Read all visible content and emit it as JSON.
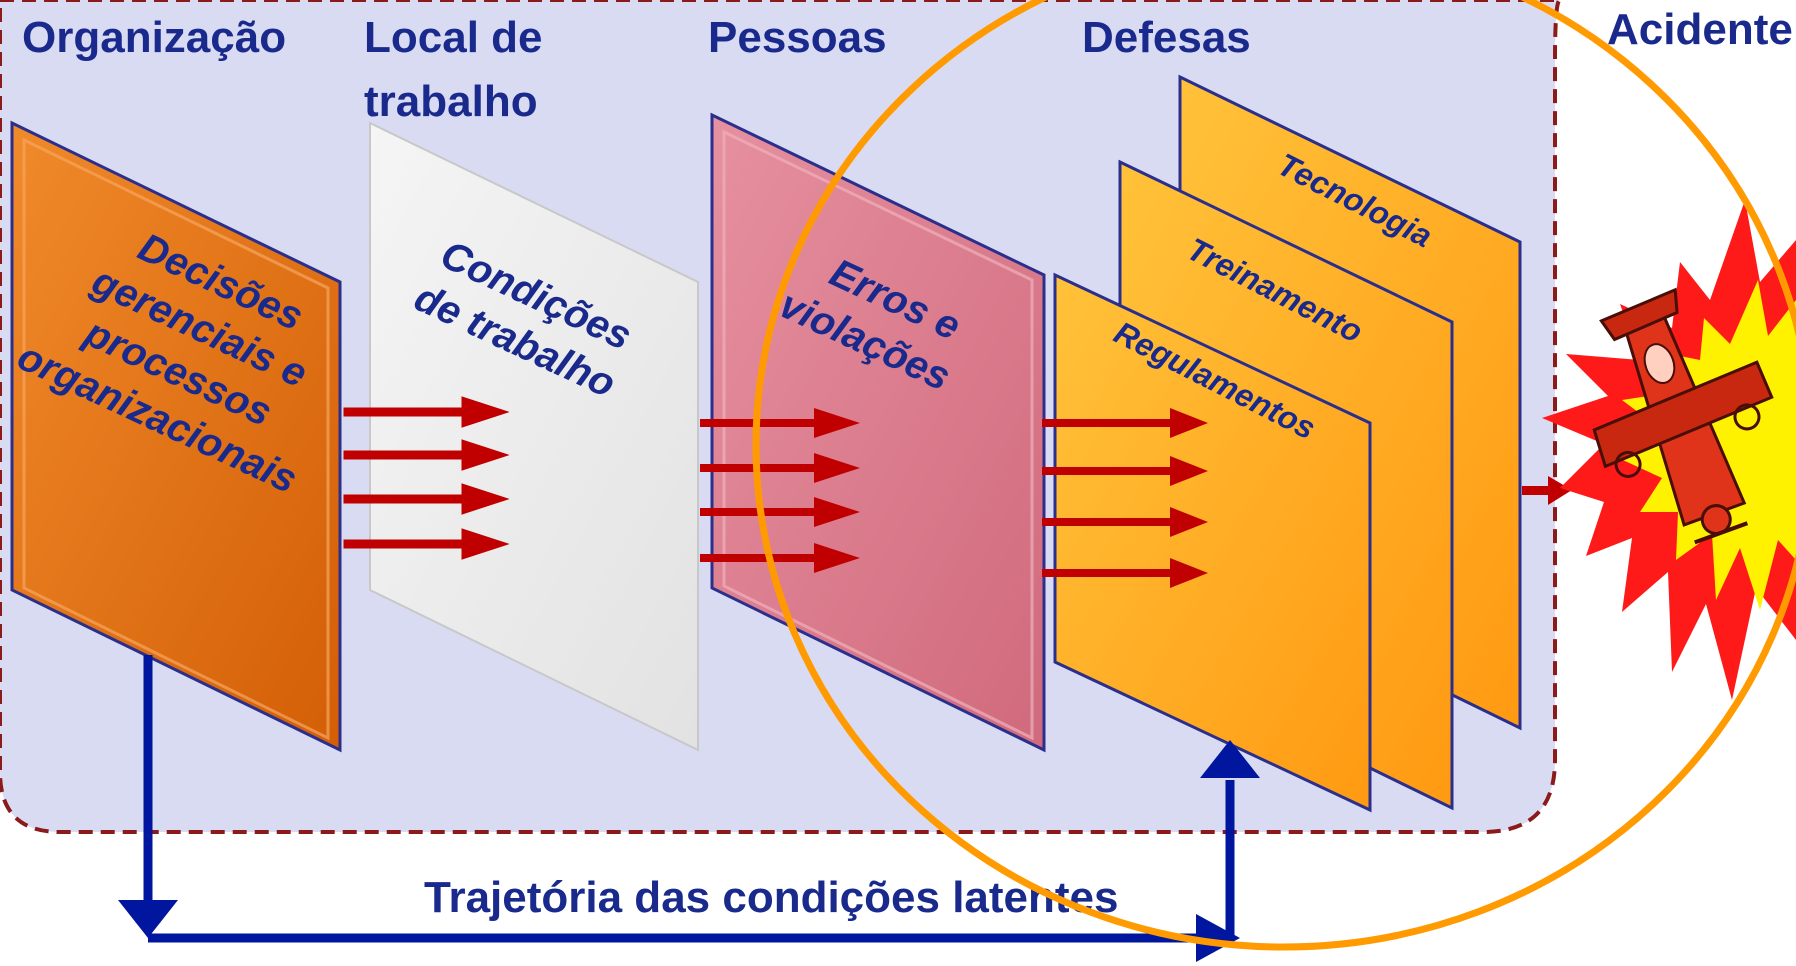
{
  "headers": {
    "organizacao": "Organização",
    "local_line1": "Local de",
    "local_line2": "trabalho",
    "pessoas": "Pessoas",
    "defesas": "Defesas",
    "acidente": "Acidente"
  },
  "panels": {
    "decisoes": [
      "Decisões",
      "gerenciais e",
      "processos",
      "organizacionais"
    ],
    "condicoes": [
      "Condições",
      "de trabalho"
    ],
    "erros": [
      "Erros e",
      "violações"
    ],
    "tecnologia": "Tecnologia",
    "treinamento": "Treinamento",
    "regulamentos": "Regulamentos"
  },
  "bottom_label": "Trajetória das condições latentes",
  "colors": {
    "background_region": "#d9dbf3",
    "region_border": "#8b1a1a",
    "org_panel": "#e06a10",
    "work_panel": "#ededed",
    "people_panel": "#db7a8a",
    "defense_panel": "#ffa81a",
    "arrow_red": "#c00000",
    "arrow_blue": "#00169e",
    "circle_orange": "#ff9a00",
    "text_blue": "#1a2a8c",
    "explosion_red": "#ff1a1a",
    "explosion_yellow": "#fff200"
  },
  "icons": [
    "explosion-icon",
    "crashing-plane-icon"
  ]
}
